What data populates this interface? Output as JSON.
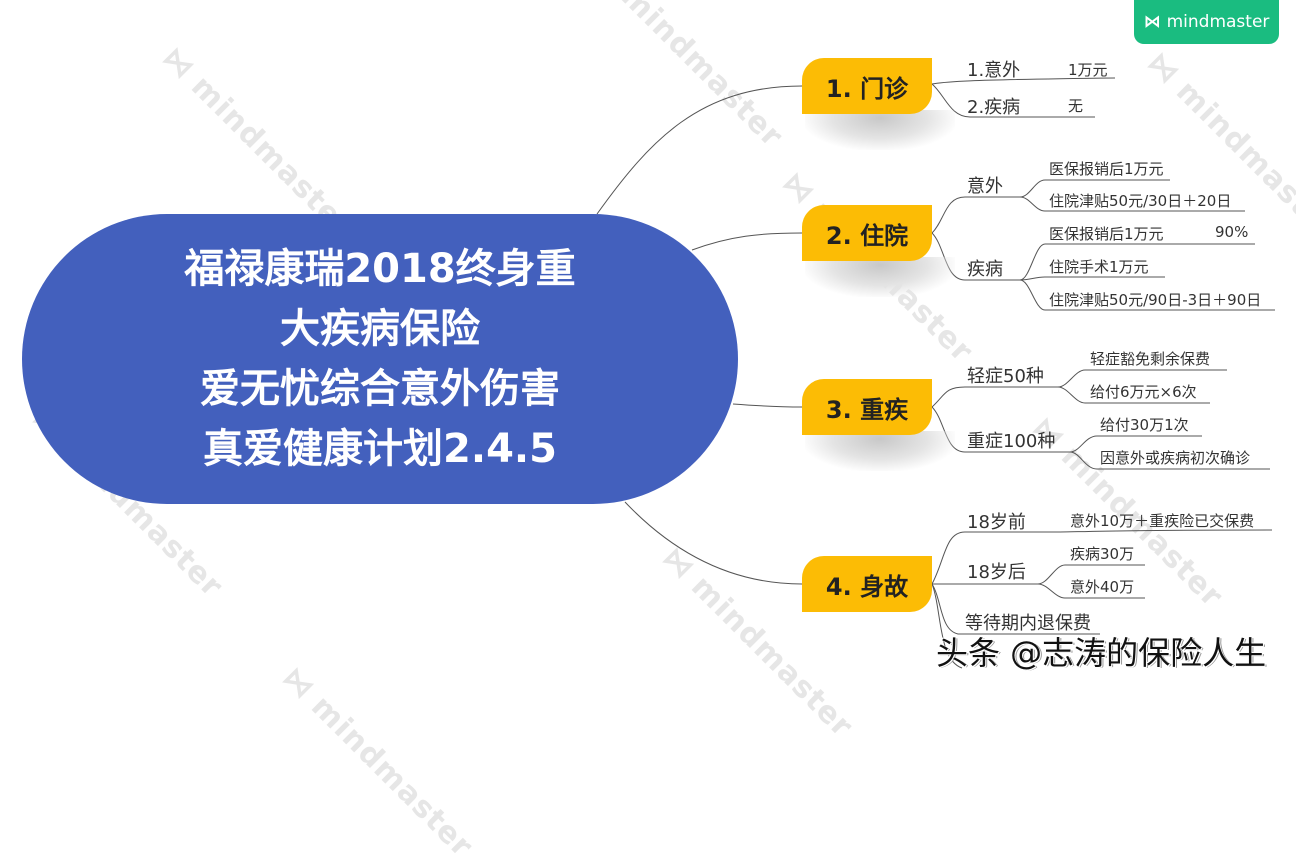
{
  "brand": {
    "logo_icon": "mindmaster-logo-icon",
    "name": "mindmaster",
    "color": "#1abc80"
  },
  "watermark_text": "mindmaster",
  "root": {
    "lines": [
      "福禄康瑞2018终身重",
      "大疾病保险",
      "爱无忧综合意外伤害",
      "真爱健康计划2.4.5"
    ],
    "color": "#4360bd"
  },
  "topic_color": "#fcbc05",
  "topics": [
    {
      "label": "1. 门诊",
      "children": [
        {
          "label": "1.意外",
          "value": "1万元"
        },
        {
          "label": "2.疾病",
          "value": "无"
        }
      ]
    },
    {
      "label": "2. 住院",
      "children": [
        {
          "label": "意外",
          "items": [
            "医保报销后1万元",
            "住院津贴50元/30日＋20日"
          ]
        },
        {
          "label": "疾病",
          "items": [
            "医保报销后1万元",
            "住院手术1万元",
            "住院津贴50元/90日-3日＋90日"
          ],
          "note": "90%"
        }
      ]
    },
    {
      "label": "3. 重疾",
      "children": [
        {
          "label": "轻症50种",
          "items": [
            "轻症豁免剩余保费",
            "给付6万元×6次"
          ]
        },
        {
          "label": "重症100种",
          "items": [
            "给付30万1次",
            "因意外或疾病初次确诊"
          ]
        }
      ]
    },
    {
      "label": "4. 身故",
      "children": [
        {
          "label": "18岁前",
          "items": [
            "意外10万＋重疾险已交保费"
          ]
        },
        {
          "label": "18岁后",
          "items": [
            "疾病30万",
            "意外40万"
          ]
        },
        {
          "label": "等待期内退保费"
        }
      ]
    }
  ],
  "footer": {
    "text": "头条 @志涛的保险人生"
  }
}
